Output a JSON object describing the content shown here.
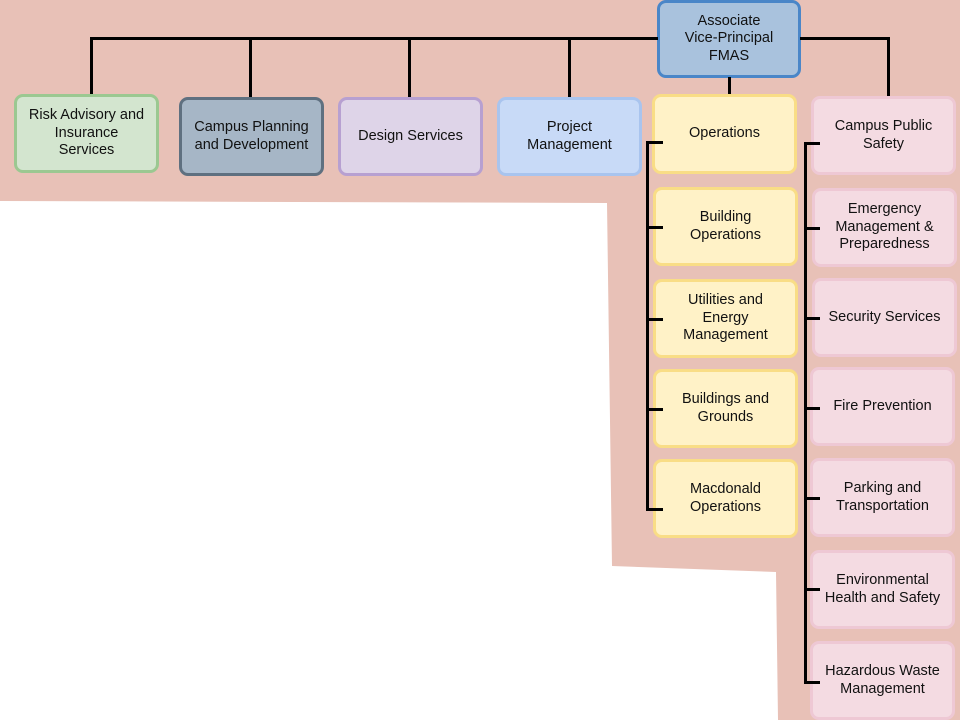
{
  "colors": {
    "background_band": "#e8c1b7",
    "connector": "#000000"
  },
  "root": {
    "label": "Associate\nVice-Principal\nFMAS",
    "fill": "#a9c2dd",
    "border": "#4a86c8"
  },
  "units": [
    {
      "id": "risk",
      "label": "Risk Advisory and\nInsurance\nServices",
      "fill": "#d3e5cf",
      "border": "#9bc891"
    },
    {
      "id": "campus-planning",
      "label": "Campus Planning\nand Development",
      "fill": "#a6b6c6",
      "border": "#5f7080"
    },
    {
      "id": "design",
      "label": "Design Services",
      "fill": "#ded4e8",
      "border": "#b7a0d1"
    },
    {
      "id": "project",
      "label": "Project\nManagement",
      "fill": "#c8daf7",
      "border": "#a9c4ee"
    },
    {
      "id": "operations",
      "label": "Operations",
      "fill": "#fff2c7",
      "border": "#f9dd86"
    },
    {
      "id": "public-safety",
      "label": "Campus Public\nSafety",
      "fill": "#f4dbe2",
      "border": "#eec8d4"
    }
  ],
  "operations_children": [
    {
      "id": "building-ops",
      "label": "Building\nOperations"
    },
    {
      "id": "utilities",
      "label": "Utilities and\nEnergy\nManagement"
    },
    {
      "id": "buildings-grounds",
      "label": "Buildings and\nGrounds"
    },
    {
      "id": "macdonald",
      "label": "Macdonald\nOperations"
    }
  ],
  "safety_children": [
    {
      "id": "emergency",
      "label": "Emergency\nManagement &\nPreparedness"
    },
    {
      "id": "security",
      "label": "Security Services"
    },
    {
      "id": "fire",
      "label": "Fire Prevention"
    },
    {
      "id": "parking",
      "label": "Parking and\nTransportation"
    },
    {
      "id": "env-health",
      "label": "Environmental\nHealth and Safety"
    },
    {
      "id": "hazardous",
      "label": "Hazardous Waste\nManagement"
    }
  ]
}
